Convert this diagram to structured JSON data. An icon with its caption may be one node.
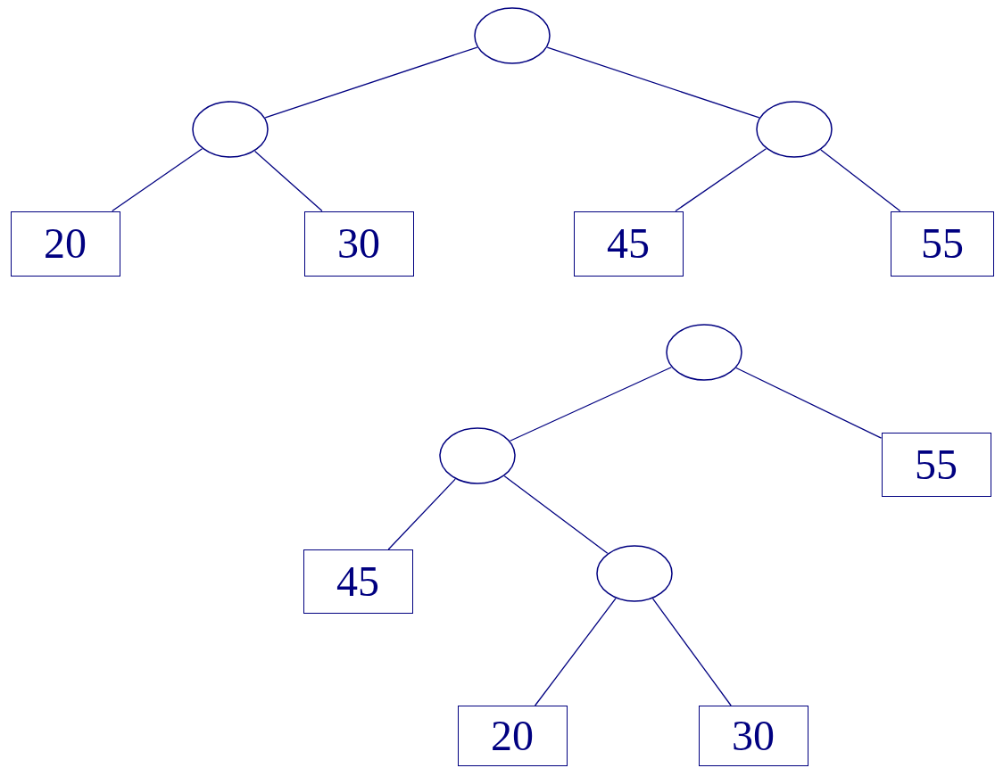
{
  "diagram": {
    "nodes": [
      {
        "text": [],
        "shape": "circle"
      },
      {
        "text": [],
        "shape": "circle"
      },
      {
        "text": [],
        "shape": "circle"
      },
      {
        "text": [
          "20"
        ]
      },
      {
        "text": [
          "30"
        ]
      },
      {
        "text": [
          "45"
        ]
      },
      {
        "text": [
          "55"
        ]
      },
      {
        "text": [],
        "shape": "circle"
      },
      {
        "text": [],
        "shape": "circle"
      },
      {
        "text": [
          "55"
        ]
      },
      {
        "text": [
          "45"
        ]
      },
      {
        "text": [],
        "shape": "circle"
      },
      {
        "text": [
          "20"
        ]
      },
      {
        "text": [
          "30"
        ]
      }
    ],
    "edges": [
      {
        "from": 0,
        "to": 1,
        "arrow": "none"
      },
      {
        "from": 0,
        "to": 2,
        "arrow": "none"
      },
      {
        "from": 1,
        "to": 3,
        "arrow": "none"
      },
      {
        "from": 1,
        "to": 4,
        "arrow": "none"
      },
      {
        "from": 2,
        "to": 5,
        "arrow": "none"
      },
      {
        "from": 2,
        "to": 6,
        "arrow": "none"
      },
      {
        "from": 7,
        "to": 8,
        "arrow": "none"
      },
      {
        "from": 7,
        "to": 9,
        "arrow": "none"
      },
      {
        "from": 8,
        "to": 10,
        "arrow": "none"
      },
      {
        "from": 8,
        "to": 11,
        "arrow": "none"
      },
      {
        "from": 11,
        "to": 12,
        "arrow": "none"
      },
      {
        "from": 11,
        "to": 13,
        "arrow": "none"
      }
    ]
  }
}
